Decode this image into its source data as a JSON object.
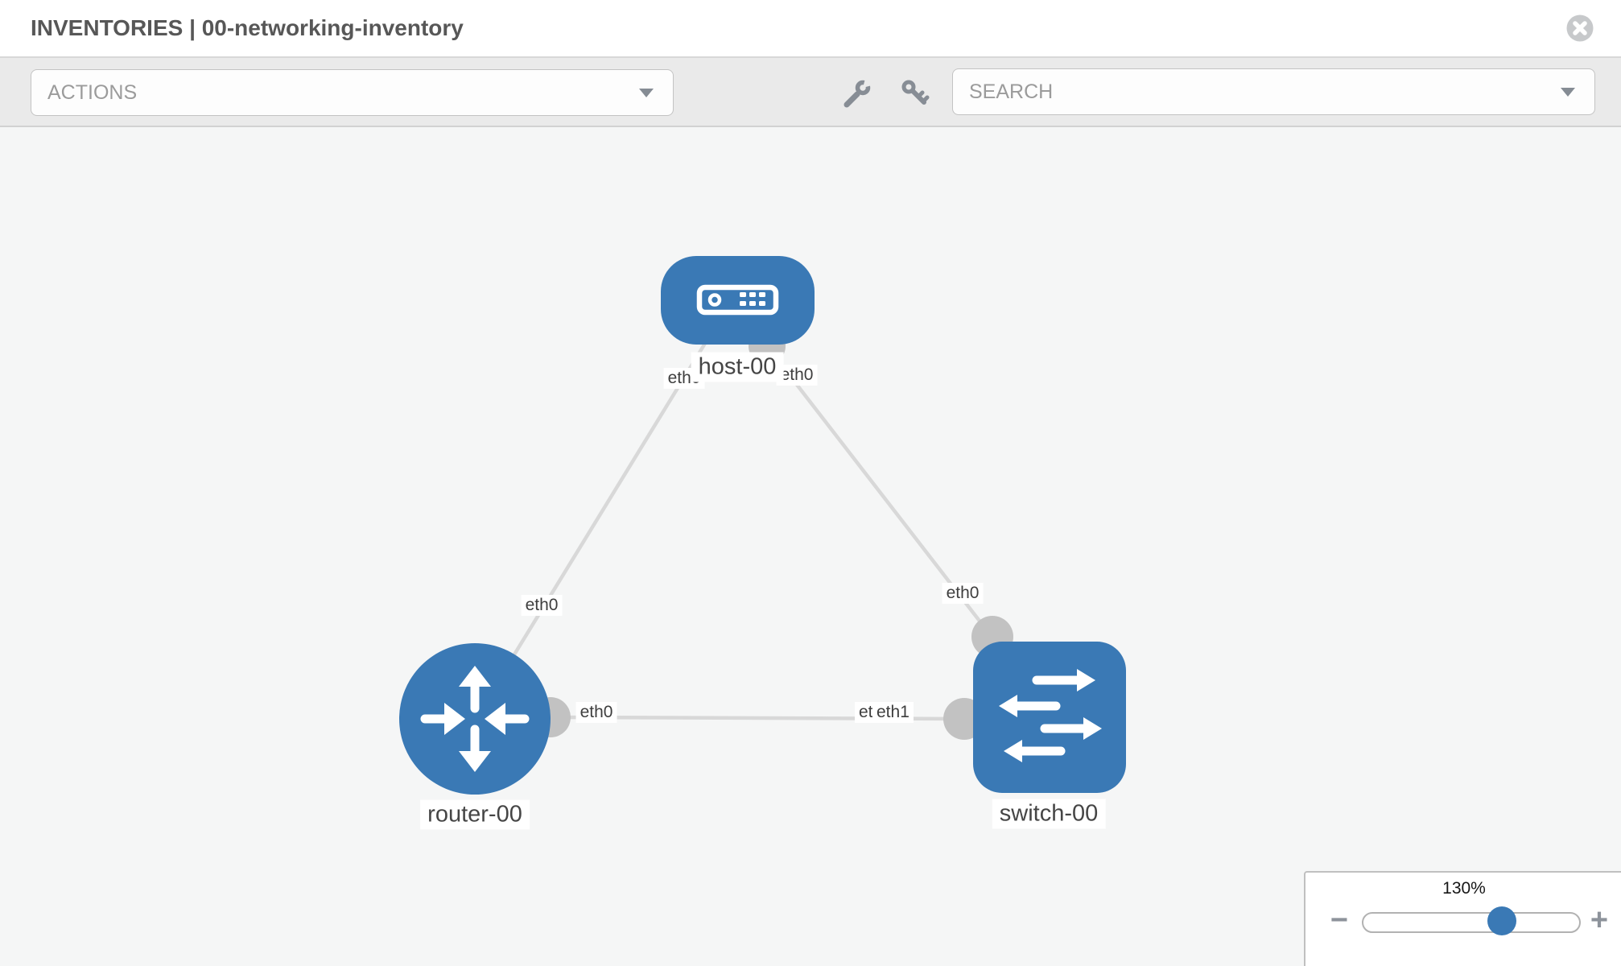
{
  "header": {
    "title": "INVENTORIES | 00-networking-inventory"
  },
  "toolbar": {
    "actions_label": "ACTIONS",
    "search_label": "SEARCH"
  },
  "icons": {
    "close": "circle-x-icon",
    "wrench": "wrench-icon",
    "key": "key-icon",
    "dropdown_caret": "chevron-down-icon",
    "host": "server-icon",
    "router": "router-arrows-icon",
    "switch": "switch-arrows-icon"
  },
  "graph": {
    "nodes": [
      {
        "label": "host-00",
        "type": "host"
      },
      {
        "label": "router-00",
        "type": "router"
      },
      {
        "label": "switch-00",
        "type": "switch"
      }
    ],
    "links": [
      {
        "from": "router-00",
        "from_if": "eth0",
        "to": "host-00",
        "to_if": "eth0"
      },
      {
        "from": "host-00",
        "from_if": "eth0",
        "to": "switch-00",
        "to_if": "eth0"
      },
      {
        "from": "router-00",
        "from_if": "eth0",
        "to": "switch-00",
        "to_if": "eth1",
        "overlap_if": "eth0"
      }
    ]
  },
  "zoom": {
    "value": "130%",
    "minus": "−",
    "plus": "+"
  },
  "colors": {
    "node_blue": "#3a79b5",
    "link_gray": "#d8d8d8",
    "endpoint_gray": "#c2c2c2",
    "canvas_bg": "#f5f6f6",
    "toolbar_bg": "#eaeaea"
  }
}
